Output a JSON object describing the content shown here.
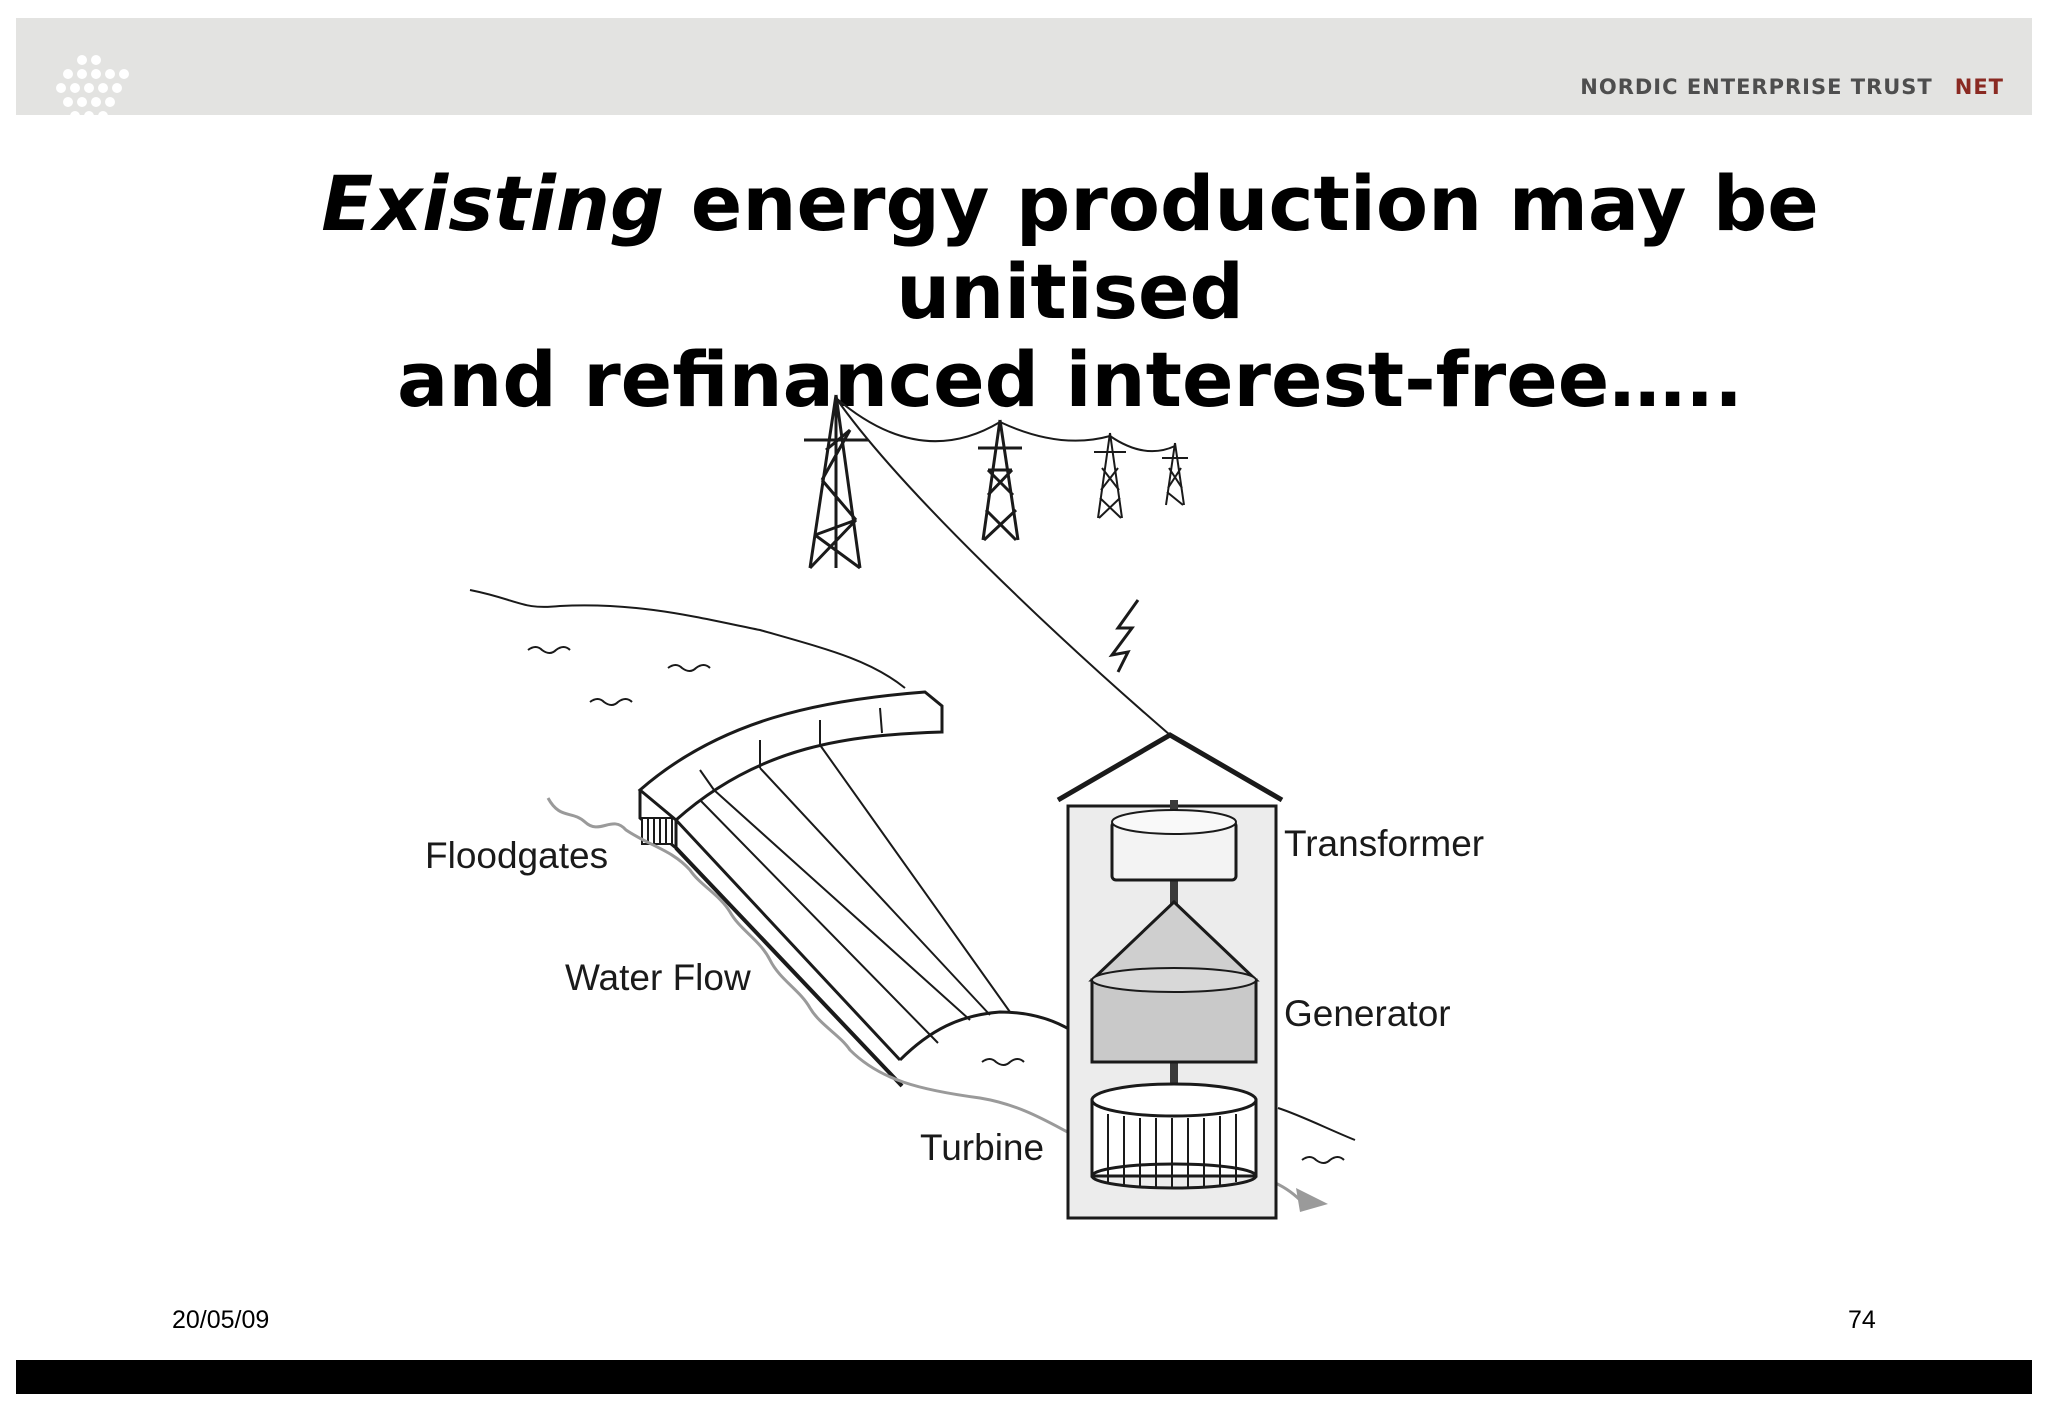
{
  "header": {
    "brand_name": "NORDIC ENTERPRISE TRUST",
    "brand_abbrev": "NET",
    "logo": "dot-grid-logo"
  },
  "title": {
    "emphasis": "Existing",
    "line1_rest": " energy production may be unitised",
    "line2": "and refinanced interest-free….."
  },
  "diagram": {
    "labels": {
      "floodgates": "Floodgates",
      "water_flow": "Water Flow",
      "turbine": "Turbine",
      "transformer": "Transformer",
      "generator": "Generator"
    }
  },
  "footer": {
    "date": "20/05/09",
    "page": "74"
  },
  "colors": {
    "header_bg": "#e3e3e1",
    "brand_text": "#4e4e4e",
    "brand_accent": "#8a2a22",
    "footer_bar": "#000000"
  }
}
